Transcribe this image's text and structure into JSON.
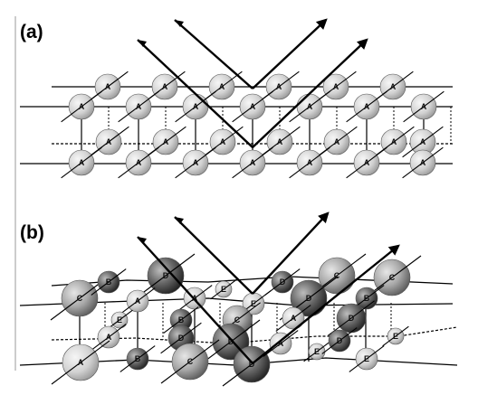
{
  "panel_a": {
    "label": "(a)",
    "row_top": [
      "A",
      "A",
      "A",
      "A",
      "A",
      "A"
    ],
    "row_mid": [
      "A",
      "A",
      "A",
      "A",
      "A",
      "A",
      "A"
    ],
    "row_low": [
      "A",
      "A",
      "A",
      "A",
      "A",
      "A",
      "A"
    ],
    "row_bot": [
      "A",
      "A",
      "A",
      "A",
      "A",
      "A",
      "A"
    ]
  },
  "panel_b": {
    "label": "(b)",
    "atoms": [
      {
        "label": "C",
        "shade": "mid"
      },
      {
        "label": "B",
        "shade": "dark"
      },
      {
        "label": "D",
        "shade": "dark"
      },
      {
        "label": "E",
        "shade": "light"
      },
      {
        "label": "D",
        "shade": "dark"
      },
      {
        "label": "C",
        "shade": "mid"
      },
      {
        "label": "C",
        "shade": "mid"
      },
      {
        "label": "A",
        "shade": "light"
      },
      {
        "label": "A",
        "shade": "light"
      },
      {
        "label": "E",
        "shade": "light"
      },
      {
        "label": "D",
        "shade": "dark"
      },
      {
        "label": "B",
        "shade": "dark"
      },
      {
        "label": "E",
        "shade": "light"
      },
      {
        "label": "B",
        "shade": "dark"
      },
      {
        "label": "C",
        "shade": "mid"
      },
      {
        "label": "A",
        "shade": "light"
      },
      {
        "label": "D",
        "shade": "dark"
      },
      {
        "label": "D",
        "shade": "dark"
      },
      {
        "label": "A",
        "shade": "light"
      },
      {
        "label": "D",
        "shade": "dark"
      },
      {
        "label": "E",
        "shade": "light"
      },
      {
        "label": "D",
        "shade": "dark"
      },
      {
        "label": "B",
        "shade": "dark"
      },
      {
        "label": "C",
        "shade": "mid"
      },
      {
        "label": "D",
        "shade": "dark"
      },
      {
        "label": "A",
        "shade": "light"
      },
      {
        "label": "E",
        "shade": "light"
      },
      {
        "label": "E",
        "shade": "light"
      },
      {
        "label": "A",
        "shade": "light"
      }
    ]
  }
}
